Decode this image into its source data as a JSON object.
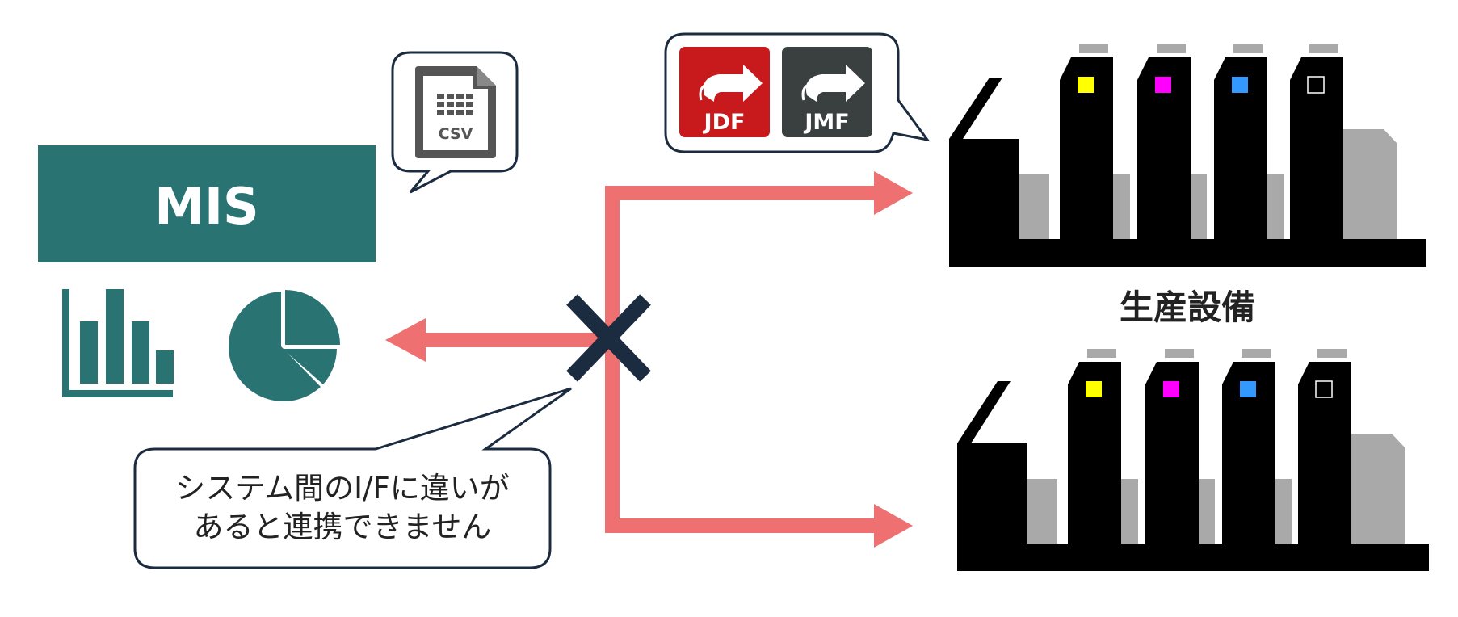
{
  "mis": {
    "label": "MIS",
    "color": "#2a7373"
  },
  "csv_bubble": {
    "icon_label": "CSV",
    "icon": "csv-file-icon"
  },
  "jdf_bubble": {
    "jdf_label": "JDF",
    "jmf_label": "JMF",
    "jdf_color": "#c8191c",
    "jmf_color": "#3a3f3f"
  },
  "error_bubble": {
    "line1": "システム間のI/Fに違いが",
    "line2": "あると連携できません"
  },
  "equipment": {
    "label": "生産設備",
    "ink_colors": [
      "#ffff00",
      "#ff00ff",
      "#3399ff",
      "#000000"
    ]
  },
  "colors": {
    "arrow": "#ee7070",
    "cross": "#1b2b40",
    "teal": "#2a7373",
    "gray": "#a9a9a9"
  },
  "icons": [
    "bar-chart-icon",
    "pie-chart-icon",
    "cross-mark-icon",
    "printing-press-icon"
  ]
}
